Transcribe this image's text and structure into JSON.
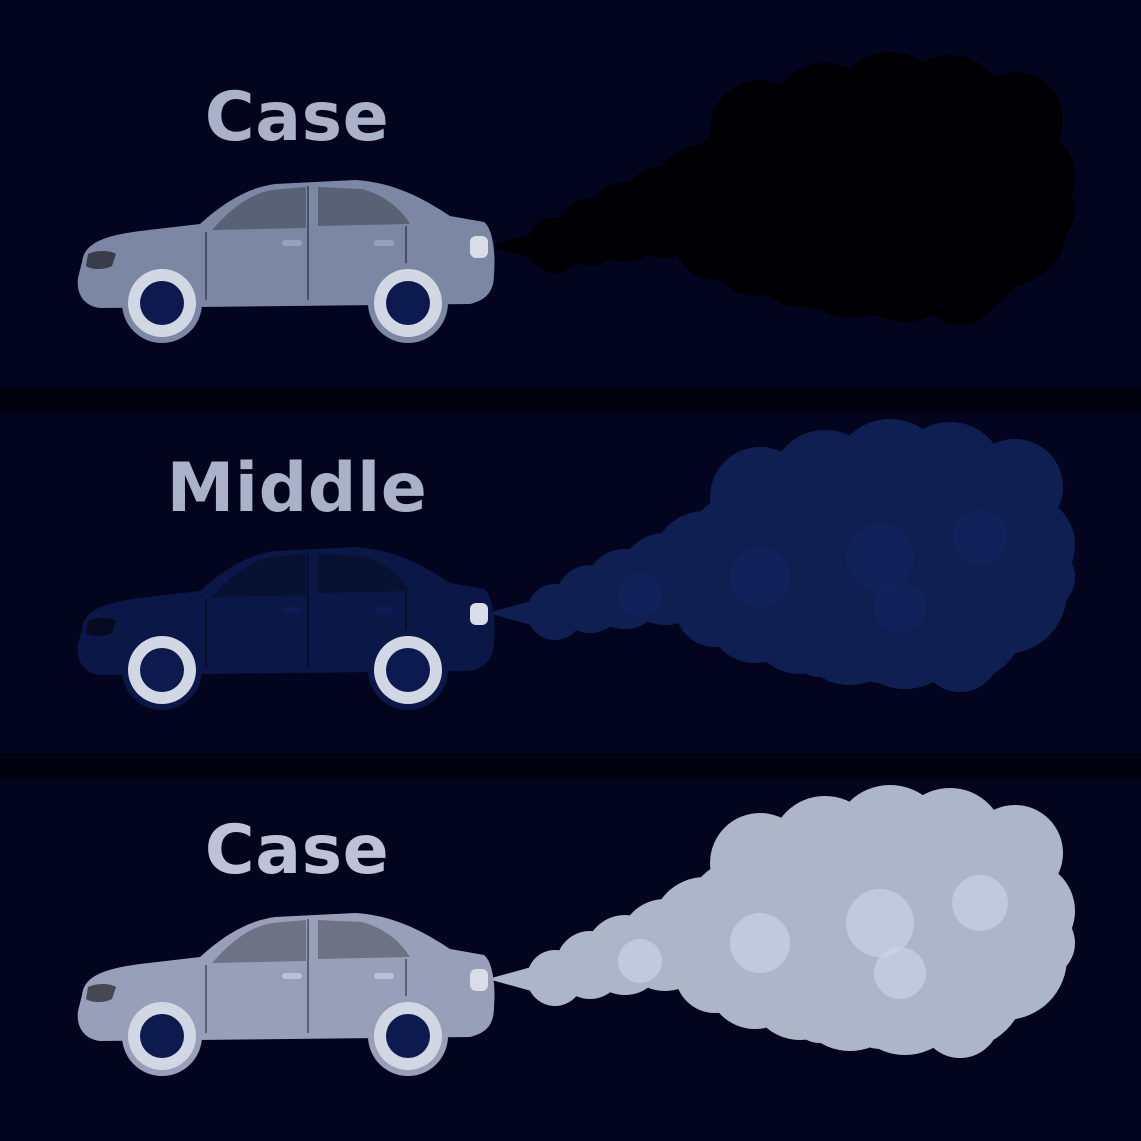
{
  "panels": [
    {
      "id": "panel-1",
      "title": "Case",
      "title_color": "#a9b2c8",
      "car_color": "#7c87a3",
      "smoke_color": "#000003",
      "smoke_opacity": 0.95,
      "smoke_level": "dark"
    },
    {
      "id": "panel-2",
      "title": "Middle",
      "title_color": "#a9b2c8",
      "car_color": "#0b1746",
      "smoke_color": "#13245a",
      "smoke_opacity": 0.85,
      "smoke_level": "medium"
    },
    {
      "id": "panel-3",
      "title": "Case",
      "title_color": "#bcc3d6",
      "car_color": "#97a0b8",
      "smoke_color": "#b3bbce",
      "smoke_opacity": 0.97,
      "smoke_level": "light"
    }
  ],
  "colors": {
    "background": "#03051f",
    "divider": "#010210",
    "wheel_hub": "#0c1a50",
    "tire": "#d2d7e4"
  },
  "icons": [
    "car-icon",
    "wheel-icon",
    "exhaust-smoke-icon"
  ]
}
